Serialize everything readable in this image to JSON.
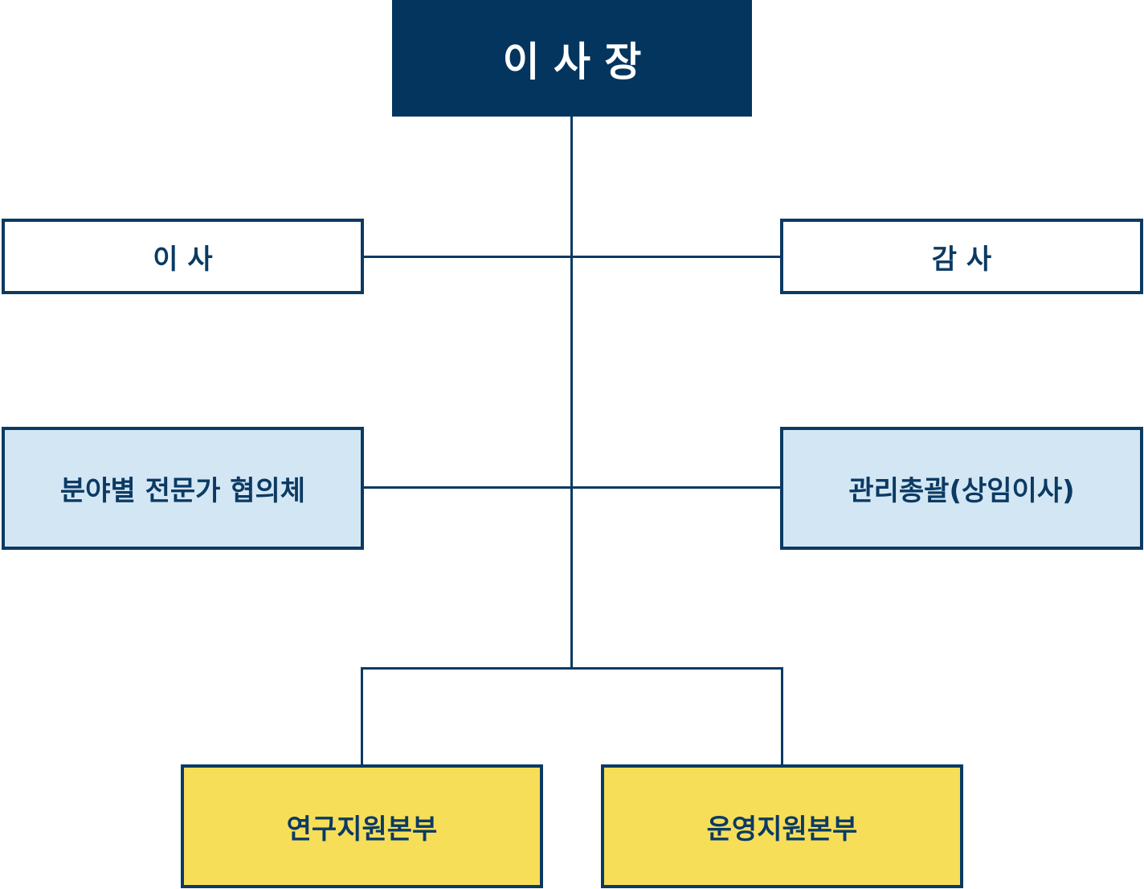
{
  "org_chart": {
    "chairman": {
      "label": "이 사 장"
    },
    "director": {
      "label": "이 사"
    },
    "auditor": {
      "label": "감 사"
    },
    "expert_council": {
      "label": "분야별 전문가 협의체"
    },
    "general_management": {
      "label": "관리총괄(상임이사)"
    },
    "research_support": {
      "label": "연구지원본부"
    },
    "operations_support": {
      "label": "운영지원본부"
    }
  },
  "colors": {
    "navy": "#03355f",
    "line": "#0b3a63",
    "light_blue": "#d3e6f4",
    "yellow": "#f7de59",
    "white": "#ffffff"
  }
}
